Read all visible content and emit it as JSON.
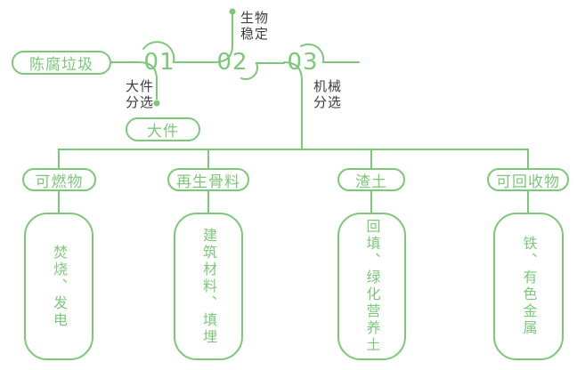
{
  "palette": {
    "green": "#7CC879",
    "label_dark": "#3D3D3D",
    "background": "#FFFFFF"
  },
  "flow": {
    "source": "陈腐垃圾",
    "steps": [
      {
        "number": "01",
        "process": "大件\n分选",
        "output": "大件"
      },
      {
        "number": "02",
        "process": "生物\n稳定"
      },
      {
        "number": "03",
        "process": "机械\n分选"
      }
    ],
    "outputs": [
      {
        "category": "可燃物",
        "use": "焚烧、发电"
      },
      {
        "category": "再生骨料",
        "use": "建筑材料、填埋"
      },
      {
        "category": "渣土",
        "use": "回填、绿化营养土"
      },
      {
        "category": "可回收物",
        "use": "铁、有色金属"
      }
    ]
  }
}
